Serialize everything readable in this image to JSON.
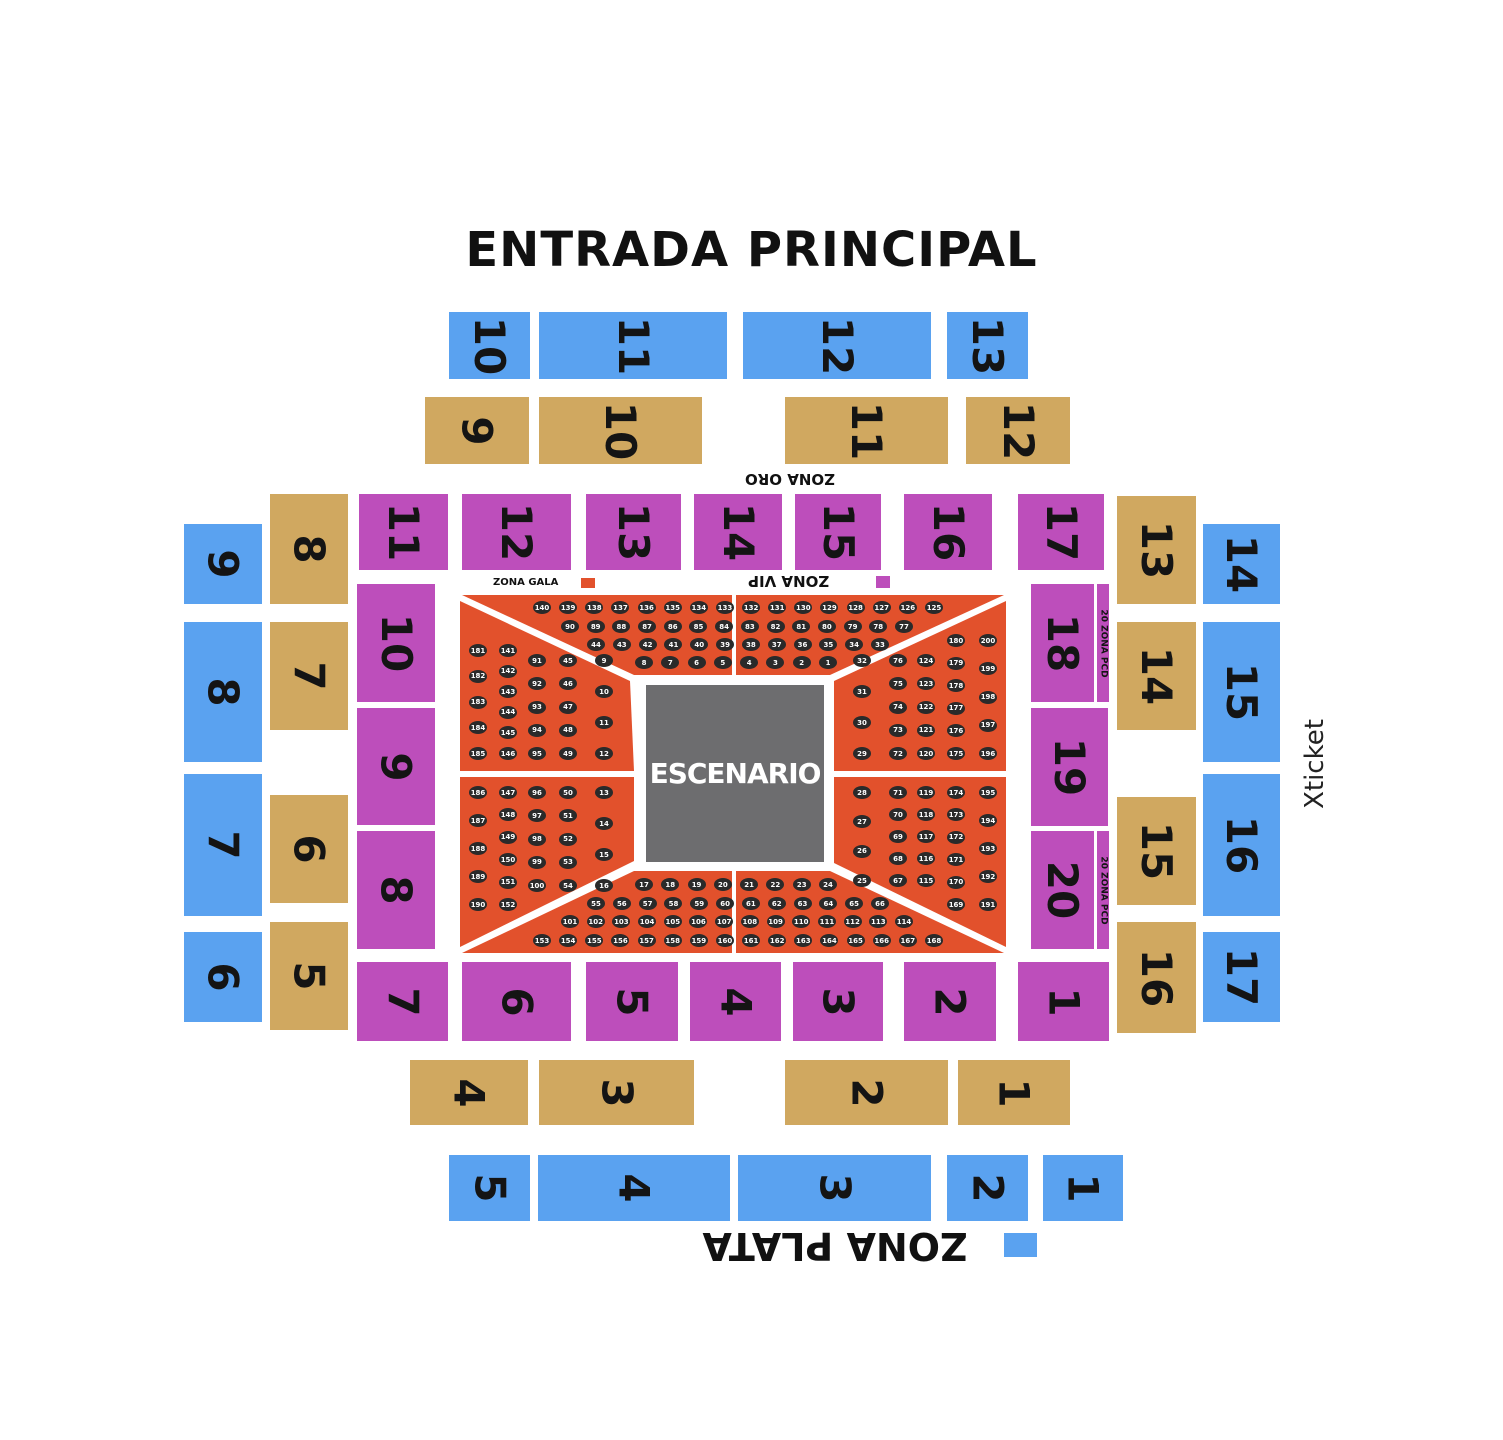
{
  "title": "ENTRADA PRINCIPAL",
  "stage": {
    "label": "ESCENARIO"
  },
  "zones": {
    "oro": {
      "label": "ZONA ORO",
      "color": "#d0a860"
    },
    "vip": {
      "label": "ZONA VIP",
      "color": "#bd4ebb"
    },
    "gala": {
      "label": "ZONA GALA",
      "color": "#e2512c"
    },
    "plata": {
      "label": "ZONA PLATA",
      "color": "#5aa2f0"
    },
    "pcd": {
      "label": "20 ZONA PCD"
    }
  },
  "brand": "Xticket",
  "sections": {
    "plata_top": [
      "10",
      "11",
      "12",
      "13"
    ],
    "oro_top": [
      "9",
      "10",
      "11",
      "12"
    ],
    "vip_top": [
      "11",
      "12",
      "13",
      "14",
      "15",
      "16",
      "17"
    ],
    "vip_left": [
      "10",
      "9",
      "8"
    ],
    "vip_right": [
      "18",
      "19",
      "20"
    ],
    "vip_bottom": [
      "7",
      "6",
      "5",
      "4",
      "3",
      "2",
      "1"
    ],
    "oro_left": [
      "8",
      "7",
      "6",
      "5"
    ],
    "oro_right": [
      "13",
      "14",
      "15",
      "16"
    ],
    "plata_left": [
      "9",
      "8",
      "7",
      "6"
    ],
    "plata_right": [
      "14",
      "15",
      "16",
      "17"
    ],
    "oro_bottom": [
      "4",
      "3",
      "2",
      "1"
    ],
    "plata_bottom": [
      "5",
      "4",
      "3",
      "2",
      "1"
    ]
  },
  "gala_tables": [
    [
      "140",
      "139",
      "138",
      "137",
      "136",
      "135",
      "134",
      "133",
      "132",
      "131",
      "130",
      "129",
      "128",
      "127",
      "126",
      "125"
    ],
    [
      "90",
      "89",
      "88",
      "87",
      "86",
      "85",
      "84",
      "83",
      "82",
      "81",
      "80",
      "79",
      "78",
      "77"
    ],
    [
      "44",
      "43",
      "42",
      "41",
      "40",
      "39",
      "38",
      "37",
      "36",
      "35",
      "34",
      "33"
    ],
    [
      "8",
      "7",
      "6",
      "5",
      "4",
      "3",
      "2",
      "1"
    ],
    [
      "181",
      "182",
      "183",
      "184",
      "185",
      "141",
      "142",
      "143",
      "144",
      "145",
      "146"
    ],
    [
      "91",
      "92",
      "93",
      "94",
      "95",
      "45",
      "46",
      "47",
      "48",
      "49",
      "9",
      "10",
      "11",
      "12"
    ],
    [
      "180",
      "179",
      "178",
      "177",
      "176",
      "175",
      "200",
      "199",
      "198",
      "197",
      "196"
    ],
    [
      "124",
      "123",
      "122",
      "121",
      "120",
      "76",
      "75",
      "74",
      "73",
      "72",
      "32",
      "31",
      "30",
      "29"
    ],
    [
      "186",
      "187",
      "188",
      "189",
      "190",
      "147",
      "148",
      "149",
      "150",
      "151",
      "152"
    ],
    [
      "96",
      "97",
      "98",
      "99",
      "100",
      "50",
      "51",
      "52",
      "53",
      "54",
      "13",
      "14",
      "15",
      "16"
    ],
    [
      "174",
      "173",
      "172",
      "171",
      "170",
      "169",
      "195",
      "194",
      "193",
      "192",
      "191"
    ],
    [
      "119",
      "118",
      "117",
      "116",
      "115",
      "71",
      "70",
      "69",
      "68",
      "67",
      "28",
      "27",
      "26",
      "25"
    ],
    [
      "17",
      "18",
      "19",
      "20",
      "21",
      "22",
      "23",
      "24"
    ],
    [
      "55",
      "56",
      "57",
      "58",
      "59",
      "60",
      "61",
      "62",
      "63",
      "64",
      "65",
      "66"
    ],
    [
      "101",
      "102",
      "103",
      "104",
      "105",
      "106",
      "107",
      "108",
      "109",
      "110",
      "111",
      "112",
      "113",
      "114"
    ],
    [
      "153",
      "154",
      "155",
      "156",
      "157",
      "158",
      "159",
      "160",
      "161",
      "162",
      "163",
      "164",
      "165",
      "166",
      "167",
      "168"
    ]
  ]
}
